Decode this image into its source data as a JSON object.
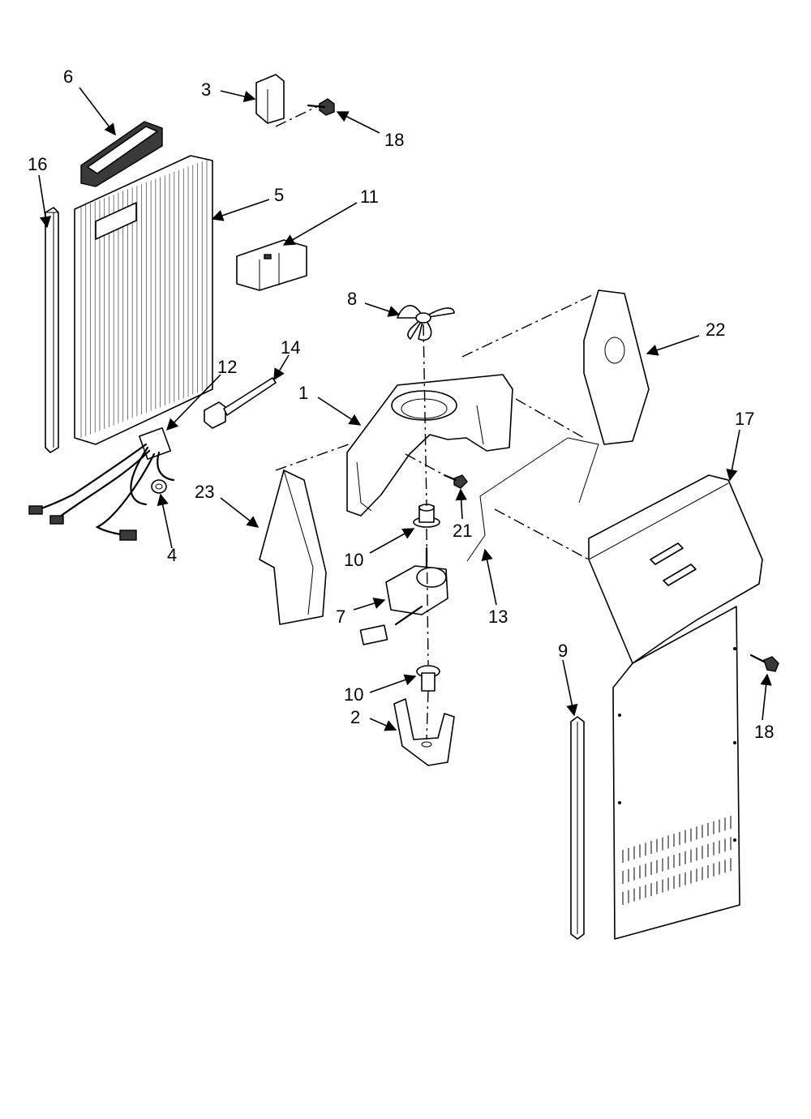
{
  "diagram": {
    "callouts": [
      {
        "id": "c6",
        "label": "6"
      },
      {
        "id": "c3",
        "label": "3"
      },
      {
        "id": "c18a",
        "label": "18"
      },
      {
        "id": "c16",
        "label": "16"
      },
      {
        "id": "c5",
        "label": "5"
      },
      {
        "id": "c11",
        "label": "11"
      },
      {
        "id": "c8",
        "label": "8"
      },
      {
        "id": "c22",
        "label": "22"
      },
      {
        "id": "c14",
        "label": "14"
      },
      {
        "id": "c12",
        "label": "12"
      },
      {
        "id": "c1",
        "label": "1"
      },
      {
        "id": "c17",
        "label": "17"
      },
      {
        "id": "c23",
        "label": "23"
      },
      {
        "id": "c21",
        "label": "21"
      },
      {
        "id": "c4",
        "label": "4"
      },
      {
        "id": "c10a",
        "label": "10"
      },
      {
        "id": "c13",
        "label": "13"
      },
      {
        "id": "c7",
        "label": "7"
      },
      {
        "id": "c9",
        "label": "9"
      },
      {
        "id": "c10b",
        "label": "10"
      },
      {
        "id": "c18b",
        "label": "18"
      },
      {
        "id": "c2",
        "label": "2"
      }
    ]
  }
}
